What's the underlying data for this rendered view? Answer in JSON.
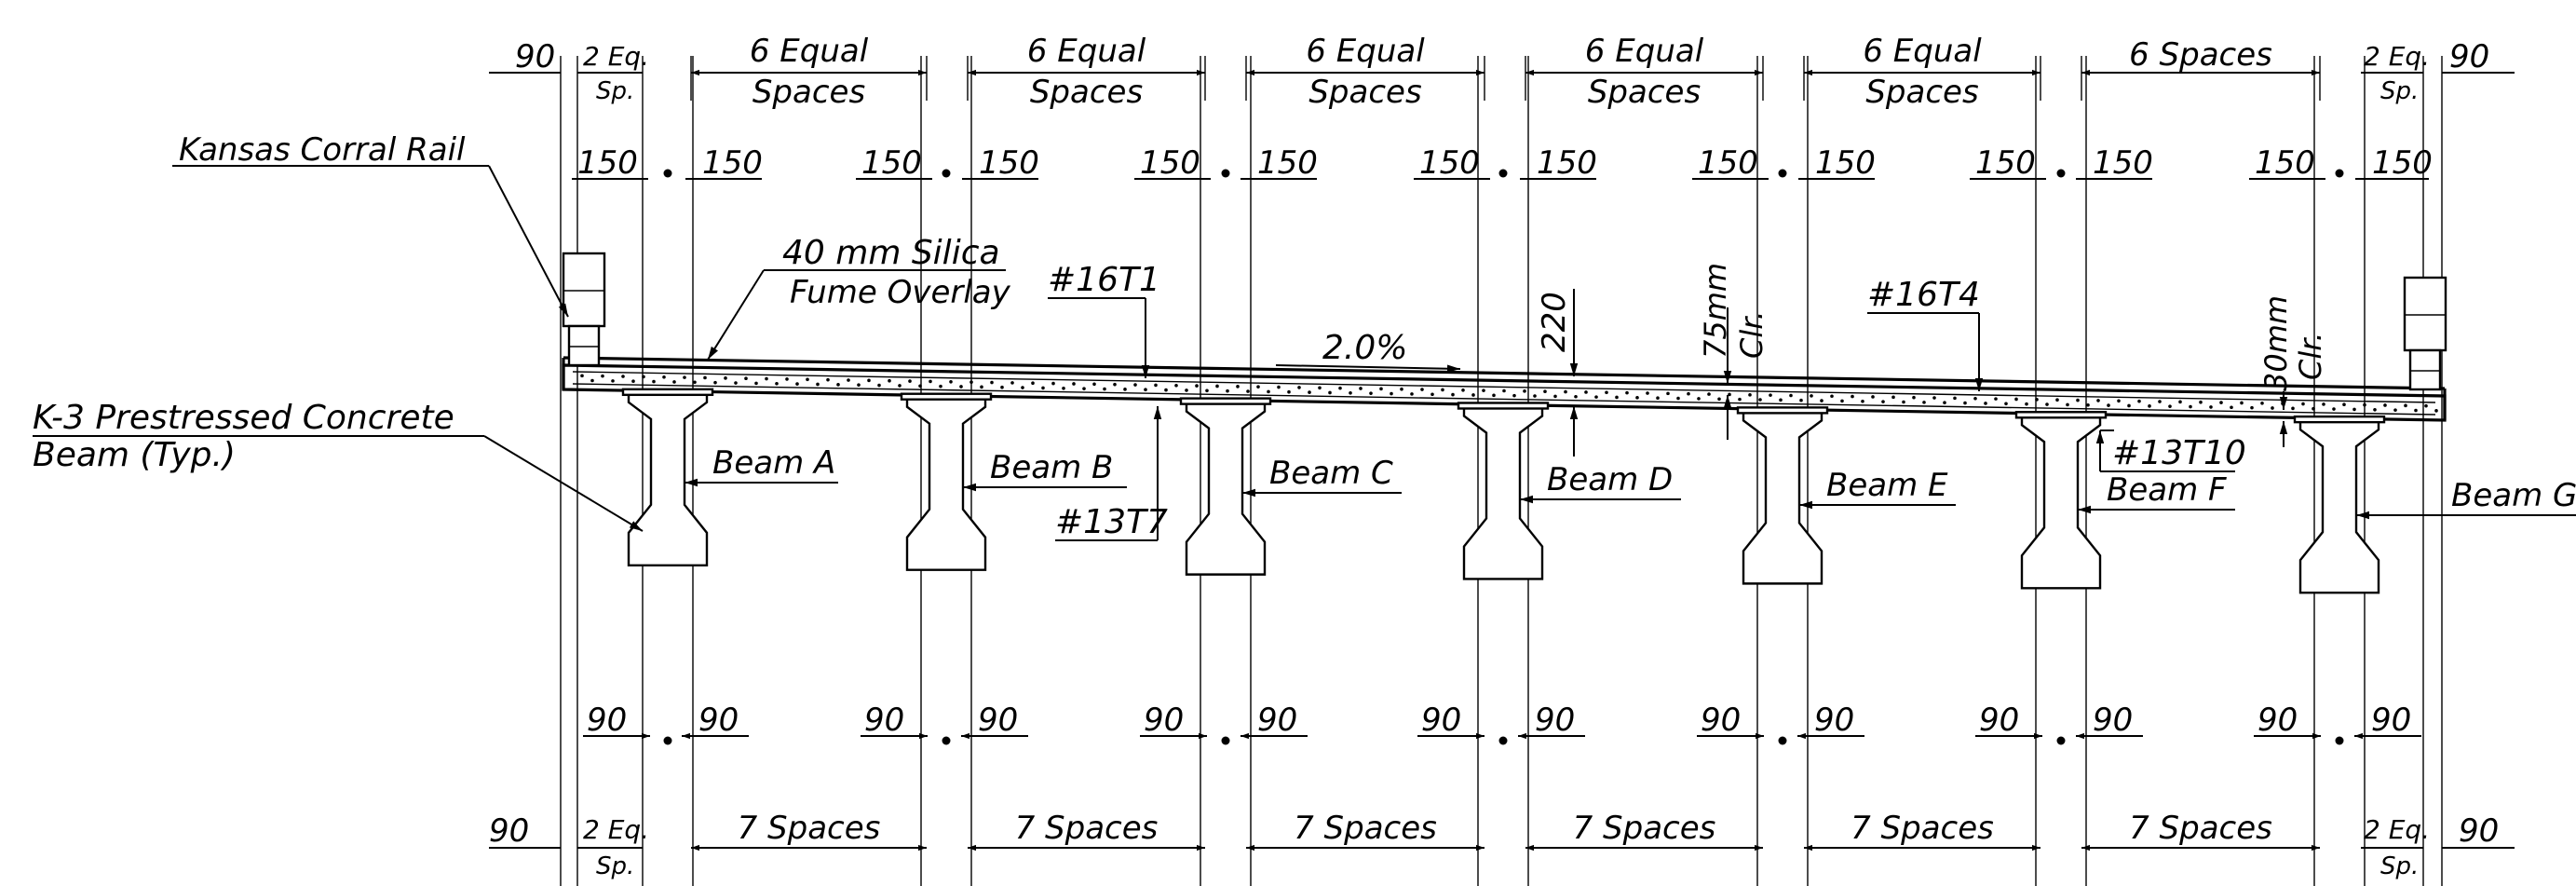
{
  "dimensions": {
    "edge": "90",
    "edge_space_line1": "2 Eq.",
    "edge_space_line2": "Sp.",
    "top_group_line1": "6 Equal",
    "top_group_line2": "Spaces",
    "top_last_group": "6 Spaces",
    "offset": "150",
    "bottom_offset": "90",
    "bottom_group": "7 Spaces"
  },
  "labels": {
    "rail": "Kansas Corral Rail",
    "overlay_line1": "40 mm Silica",
    "overlay_line2": "Fume Overlay",
    "beam_type_line1": "K-3 Prestressed Concrete",
    "beam_type_line2": "Beam (Typ.)",
    "bar_16t1": "#16T1",
    "bar_16t4": "#16T4",
    "bar_13t7": "#13T7",
    "bar_13t10": "#13T10",
    "slope": "2.0%",
    "deck_thickness": "220",
    "top_clear_line1": "75mm",
    "top_clear_line2": "Clr.",
    "bottom_clear_line1": "30mm",
    "bottom_clear_line2": "Clr."
  },
  "beams": [
    {
      "label": "Beam A"
    },
    {
      "label": "Beam B"
    },
    {
      "label": "Beam C"
    },
    {
      "label": "Beam D"
    },
    {
      "label": "Beam E"
    },
    {
      "label": "Beam F"
    },
    {
      "label": "Beam G"
    }
  ]
}
